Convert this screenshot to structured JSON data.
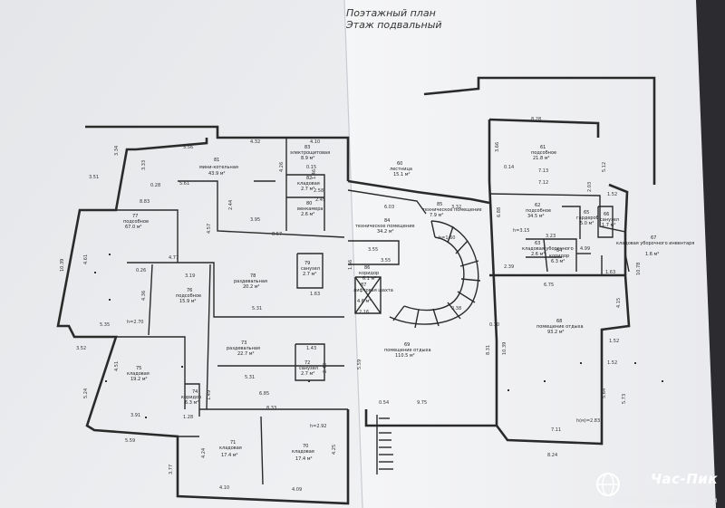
{
  "title_line1": "Поэтажный план",
  "title_line2": "Этаж подвальный",
  "rooms": [
    {
      "key": "r81",
      "num": "81",
      "name": "мини-котельная",
      "area": "43.9 м²"
    },
    {
      "key": "r83",
      "num": "83",
      "name": "электрощитовая",
      "area": "8.9 м²"
    },
    {
      "key": "r82",
      "num": "82",
      "name": "кладовая",
      "area": "2.7 м²"
    },
    {
      "key": "r80",
      "num": "80",
      "name": "венкамера",
      "area": "2.6 м²"
    },
    {
      "key": "r77",
      "num": "77",
      "name": "подсобное",
      "area": "67.0 м²"
    },
    {
      "key": "r76",
      "num": "76",
      "name": "подсобное",
      "area": "15.9 м²"
    },
    {
      "key": "r78",
      "num": "78",
      "name": "раздевальная",
      "area": "20.2 м²"
    },
    {
      "key": "r79",
      "num": "79",
      "name": "санузел",
      "area": "2.7 м²"
    },
    {
      "key": "r73",
      "num": "73",
      "name": "раздевальная",
      "area": "22.7 м²"
    },
    {
      "key": "r72",
      "num": "72",
      "name": "санузел",
      "area": "2.7 м²"
    },
    {
      "key": "r75",
      "num": "75",
      "name": "кладовая",
      "area": "19.2 м²"
    },
    {
      "key": "r74",
      "num": "74",
      "name": "коридор",
      "area": "6.3 м²"
    },
    {
      "key": "r71",
      "num": "71",
      "name": "кладовая",
      "area": "17.4 м²"
    },
    {
      "key": "r70",
      "num": "70",
      "name": "кладовая",
      "area": "17.4 м²"
    },
    {
      "key": "r84",
      "num": "84",
      "name": "техническое помещение",
      "area": "34.2 м²"
    },
    {
      "key": "r85",
      "num": "85",
      "name": "техническое помещение",
      "area": "7.9 м²"
    },
    {
      "key": "r60",
      "num": "60",
      "name": "лестница",
      "area": "15.1 м²"
    },
    {
      "key": "r86",
      "num": "86",
      "name": "коридор",
      "area": "6.1 м²"
    },
    {
      "key": "r87",
      "num": "87",
      "name": "лифтовая шахта",
      "area": "4.6 м²"
    },
    {
      "key": "r69",
      "num": "69",
      "name": "помещение отдыха",
      "area": "110.5 м²"
    },
    {
      "key": "r61",
      "num": "61",
      "name": "подсобное",
      "area": "21.8 м²"
    },
    {
      "key": "r62",
      "num": "62",
      "name": "подсобное",
      "area": "34.5 м²"
    },
    {
      "key": "r65",
      "num": "65",
      "name": "гардероб",
      "area": "5.0 м²"
    },
    {
      "key": "r66",
      "num": "66",
      "name": "санузел",
      "area": "1.7 м²"
    },
    {
      "key": "r63",
      "num": "63",
      "name": "кладовая уборочного",
      "area": "2.6 м²"
    },
    {
      "key": "r64",
      "num": "64",
      "name": "коридор",
      "area": "6.3 м²"
    },
    {
      "key": "r67",
      "num": "67",
      "name": "кладовая уборочного инвентаря",
      "area": "1.6 м²"
    },
    {
      "key": "r68",
      "num": "68",
      "name": "помещение отдыха",
      "area": "93.2 м²"
    }
  ],
  "dimensions": {
    "d1": "5.56",
    "d2": "4.32",
    "d3": "4.10",
    "d4": "3.34",
    "d5": "3.51",
    "d6": "3.33",
    "d7": "0.28",
    "d8": "5.61",
    "d9": "8.83",
    "d10": "4.26",
    "d11": "0.15",
    "d12": "1.46",
    "d13": "2.58",
    "d14": "2.45",
    "d15": "3.95",
    "d16": "8.57",
    "d17": "4.57",
    "d18": "2.44",
    "d19": "10.39",
    "d20": "4.61",
    "d21": "4.77",
    "d22": "0.26",
    "d23": "3.19",
    "d24": "4.36",
    "d25": "5.35",
    "d26": "h=2.70",
    "d27": "3.52",
    "d28": "5.24",
    "d29": "4.51",
    "d30": "3.91",
    "d31": "5.59",
    "d32": "3.77",
    "d33": "4.24",
    "d34": "4.10",
    "d35": "4.09",
    "d36": "4.25",
    "d37": "6.85",
    "d38": "5.31",
    "d39": "5.31",
    "d40": "8.33",
    "d41": "h=2.92",
    "d42": "1.28",
    "d43": "1.49",
    "d44": "0.54",
    "d45": "9.75",
    "d46": "5.59",
    "d47": "8.31",
    "d48": "0.30",
    "d49": "10.39",
    "d50": "5.64",
    "d51": "5.73",
    "d52": "1.52",
    "d53": "8.24",
    "d54": "7.11",
    "d55": "h(м)=2.83",
    "d56": "8.28",
    "d57": "3.66",
    "d58": "7.13",
    "d59": "7.12",
    "d60": "5.12",
    "d61": "2.03",
    "d62": "1.52",
    "d63": "6.88",
    "d64": "h=3.15",
    "d65": "3.23",
    "d66": "2.39",
    "d67": "6.75",
    "d68": "4.15",
    "d69": "1.63",
    "d70": "10.78",
    "d71": "6.03",
    "d72": "3.32",
    "d73": "h=1.60",
    "d74": "3.55",
    "d75": "3.55",
    "d76": "1.66",
    "d77": "2.16",
    "d78": "0.38",
    "d79": "4.99",
    "d80": "0.14",
    "d81": "1.52",
    "d82": "1.63",
    "d83": "1.43",
    "d84": "2.43"
  },
  "watermark": {
    "name": "Час-Пик",
    "tagline": "АГЕНТСТВО НЕДВИЖИМОСТИ"
  },
  "colors": {
    "paper_left": "#eceef0",
    "paper_right": "#f3f4f6",
    "ink": "#2a2a2a",
    "background": "#2b2b30",
    "brand": "#1e6fb8"
  }
}
